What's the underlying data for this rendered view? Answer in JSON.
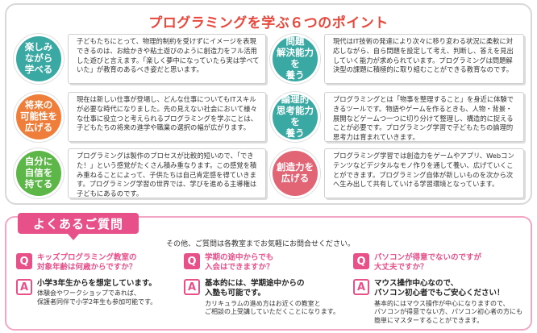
{
  "title": "プログラミングを学ぶ６つのポイント",
  "points": [
    {
      "badge": "楽しみ\nながら\n学べる",
      "color": "#3aa9a3",
      "text": "子どもたちにとって、物理的制約を受けずにイメージを表現できるのは、お絵かきや粘土遊びのように創造力をフル活用した遊びと言えます。「楽しく夢中になっていたら実は学べていた」が教育のあるべき姿だと思います。"
    },
    {
      "badge": "問題\n解決能力を\n養う",
      "color": "#3aa9a3",
      "text": "現代はIT技術の発達により次々に移り変わる状況に柔軟に対応しながら、自ら問題を設定して考え、判断し、答えを見出していく能力が求められています。プログラミングは問題解決型の課題に積極的に取り組むことができる教育なのです。"
    },
    {
      "badge": "将来の\n可能性を\n広げる",
      "color": "#ef7e3a",
      "text": "現在は新しい仕事が登場し、どんな仕事についてもITスキルが必要な時代になりました。先の見えない社会において様々な仕事に役立つと考えられるプログラミングを学ぶことは、子どもたちの将来の進学や職業の選択の幅が広がります。"
    },
    {
      "badge": "論理的\n思考能力を\n養う",
      "color": "#3aa9a3",
      "text": "プログラミングとは「物事を整理すること」を身近に体験できるツールです。物語やゲームを作るときも、人物・背景・展開などゲームつ一つに切り分けて整理し、構造的に捉えることが必要です。プログラミング学習で子どもたちの論理的思考力は育まれていきます。"
    },
    {
      "badge": "自分に\n自信を\n持てる",
      "color": "#5cb648",
      "text": "プログラミングは製作のプロセスが比較的短いので、「できた！」という感覚がたくさん積み重なります。この感覚を積み重ねることによって、子供たちは自己肯定感を得ていきます。プログラミング学習の世界では、学びを進める主導権は子どもにあるのです。"
    },
    {
      "badge": "創造力を\n広げる",
      "color": "#e26575",
      "text": "プログラミング学習では創造力をゲームやアプリ、Webコンテンツなどデジタルなモノ作りを通して養い、広げていくことができます。プログラミング自体が新しいものを次から次へ生み出して共有していける学習環境となっています。"
    }
  ],
  "faq": {
    "heading": "よくあるご質問",
    "intro": "その他、ご質問は各教室までお気軽にお問合せください。",
    "q_mark": "Q",
    "a_mark": "A",
    "items": [
      {
        "q": "キッズプログラミング教室の\n対象年齢は何歳からですか？",
        "a_head": "小学3年生からを想定しています。",
        "a_body": "体験会やワークショップであれば、\n保護者同伴で小学2年生も参加可能です。"
      },
      {
        "q": "学期の途中からでも\n入会はできますか？",
        "a_head": "基本的には、学期途中からの\n入塾も可能です。",
        "a_body": "カリキュラムの進め方はお近くの教室と\nご相談の上受講していただくことになります。"
      },
      {
        "q": "パソコンが得意でないのですが\n大丈夫ですか？",
        "a_head": "マウス操作中心なので、\nパソコン初心者でもご安心ください！",
        "a_body": "基本的にはマウス操作が中心になりますので、\nパソコンが得意でない方、パソコン初心者の方にも\n簡単にマスターすることができます。"
      }
    ]
  }
}
